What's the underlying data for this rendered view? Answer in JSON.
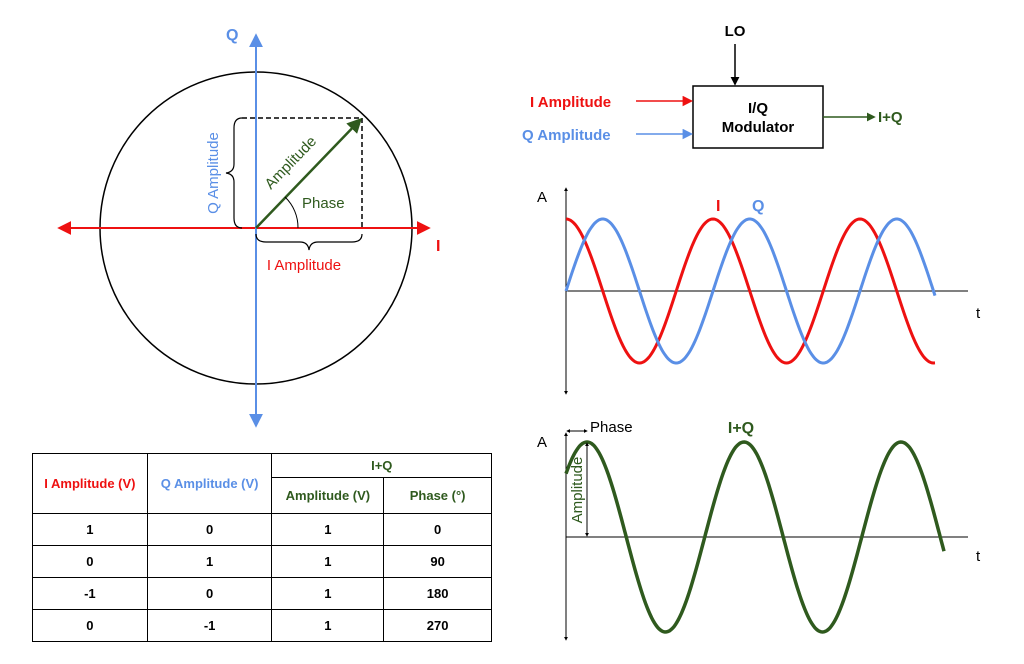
{
  "colors": {
    "i_red": "#ee1111",
    "q_blue": "#5a8fe6",
    "iq_green": "#2f5a1e",
    "black": "#000000"
  },
  "phasor": {
    "axis_q": "Q",
    "axis_i": "I",
    "q_amplitude": "Q Amplitude",
    "i_amplitude": "I Amplitude",
    "amplitude": "Amplitude",
    "phase": "Phase"
  },
  "modulator": {
    "lo": "LO",
    "block_line1": "I/Q",
    "block_line2": "Modulator",
    "input_i": "I Amplitude",
    "input_q": "Q Amplitude",
    "output": "I+Q"
  },
  "plot_iq": {
    "y_axis": "A",
    "x_axis": "t",
    "label_i": "I",
    "label_q": "Q"
  },
  "plot_sum": {
    "y_axis": "A",
    "x_axis": "t",
    "label_sum": "I+Q",
    "phase": "Phase",
    "amplitude": "Amplitude"
  },
  "table": {
    "col_i": "I Amplitude (V)",
    "col_q": "Q Amplitude (V)",
    "col_group": "I+Q",
    "col_amp": "Amplitude (V)",
    "col_phase": "Phase (°)",
    "rows": [
      {
        "i": "1",
        "q": "0",
        "amp": "1",
        "phase": "0"
      },
      {
        "i": "0",
        "q": "1",
        "amp": "1",
        "phase": "90"
      },
      {
        "i": "-1",
        "q": "0",
        "amp": "1",
        "phase": "180"
      },
      {
        "i": "0",
        "q": "-1",
        "amp": "1",
        "phase": "270"
      }
    ]
  }
}
